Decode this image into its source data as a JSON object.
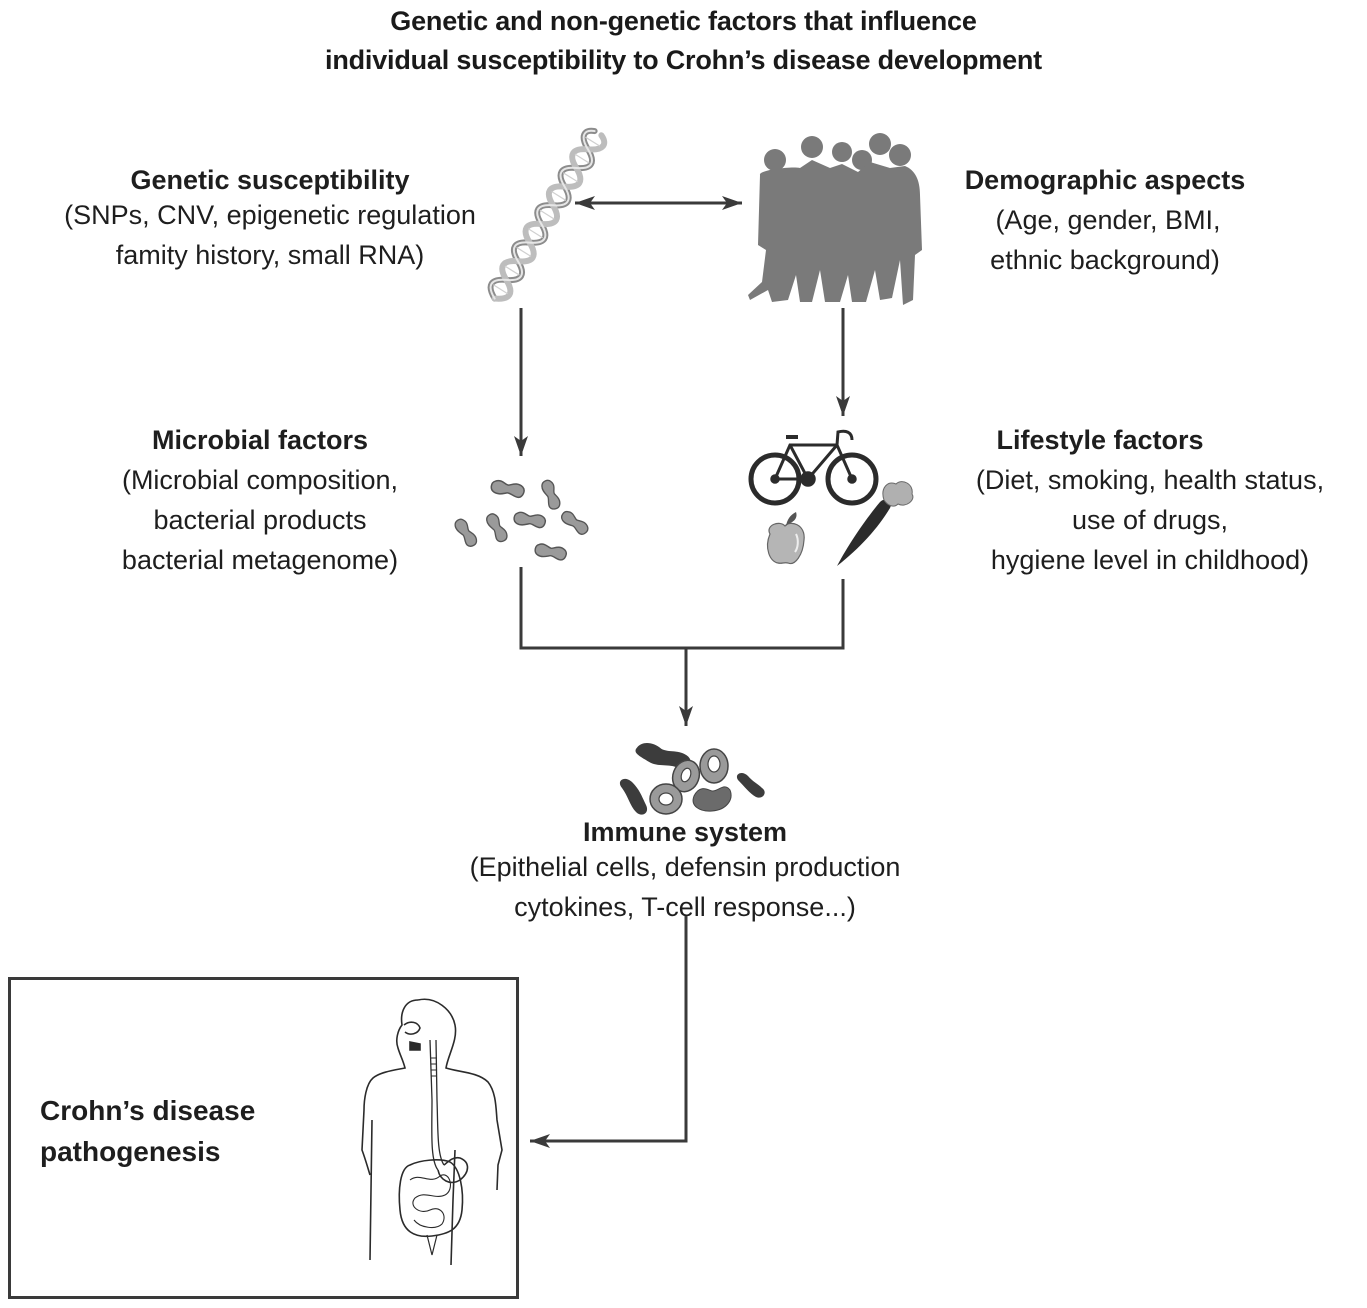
{
  "title": {
    "line1": "Genetic and non-genetic factors that influence",
    "line2": "individual susceptibility to Crohn’s disease development"
  },
  "nodes": {
    "genetic": {
      "heading": "Genetic susceptibility",
      "details": [
        "(SNPs, CNV, epigenetic regulation",
        "famity history, small RNA)"
      ],
      "icon": "dna-helix-icon"
    },
    "demographic": {
      "heading": "Demographic aspects",
      "details": [
        "(Age, gender, BMI,",
        "ethnic background)"
      ],
      "icon": "people-group-icon"
    },
    "microbial": {
      "heading": "Microbial factors",
      "details": [
        "(Microbial composition,",
        "bacterial products",
        "bacterial metagenome)"
      ],
      "icon": "bacteria-icon"
    },
    "lifestyle": {
      "heading": "Lifestyle factors",
      "details": [
        "(Diet, smoking, health status,",
        "use of drugs,",
        "hygiene level in childhood)"
      ],
      "icons": [
        "bicycle-icon",
        "apple-icon",
        "carrot-icon"
      ]
    },
    "immune": {
      "heading": "Immune system",
      "details": [
        "(Epithelial cells, defensin production",
        "cytokines, T-cell response...)"
      ],
      "icon": "immune-cells-icon"
    },
    "outcome": {
      "heading_lines": [
        "Crohn’s disease",
        "pathogenesis"
      ],
      "icon": "human-digestive-tract-icon"
    }
  },
  "edges": [
    {
      "from": "genetic",
      "to": "demographic",
      "type": "bidirectional"
    },
    {
      "from": "genetic",
      "to": "microbial",
      "type": "directed"
    },
    {
      "from": "demographic",
      "to": "lifestyle",
      "type": "directed"
    },
    {
      "from": "microbial",
      "to": "immune",
      "type": "merge"
    },
    {
      "from": "lifestyle",
      "to": "immune",
      "type": "merge"
    },
    {
      "from": "immune",
      "to": "outcome",
      "type": "directed"
    }
  ],
  "colors": {
    "text": "#1e1e1e",
    "line": "#3a3a3a",
    "silhouette": "#7a7a7a",
    "bacteria_fill": "#9a9a9a",
    "immune_dark": "#3c3c3c"
  }
}
